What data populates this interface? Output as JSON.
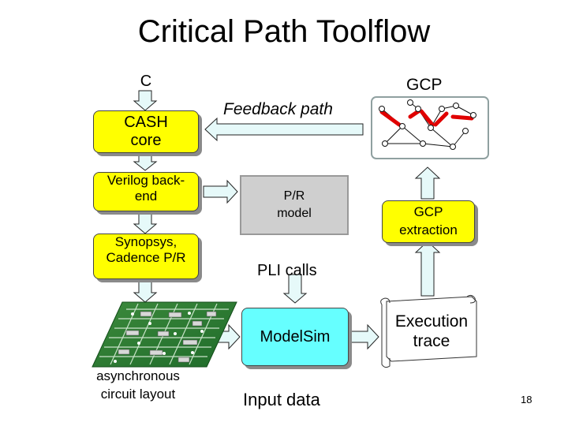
{
  "title": "Critical Path Toolflow",
  "nodes": {
    "c_input": "C",
    "cash_core": "CASH core",
    "verilog_backend": "Verilog back-end",
    "synopsys_cadence": "Synopsys, Cadence P/R",
    "async_layout_label": "asynchronous circuit layout",
    "feedback_path": "Feedback path",
    "pr_model": "P/R model",
    "pli_calls": "PLI calls",
    "modelsim": "ModelSim",
    "input_data": "Input data",
    "gcp": "GCP",
    "gcp_extraction": "GCP extraction",
    "execution_trace": "Execution trace"
  },
  "slide_number": "18",
  "colors": {
    "yellow": "#ffff00",
    "cyan": "#66ffff",
    "gray": "#cfcfcf",
    "arrow_fill": "#e6f9f9",
    "critical_edge": "#e00000"
  }
}
